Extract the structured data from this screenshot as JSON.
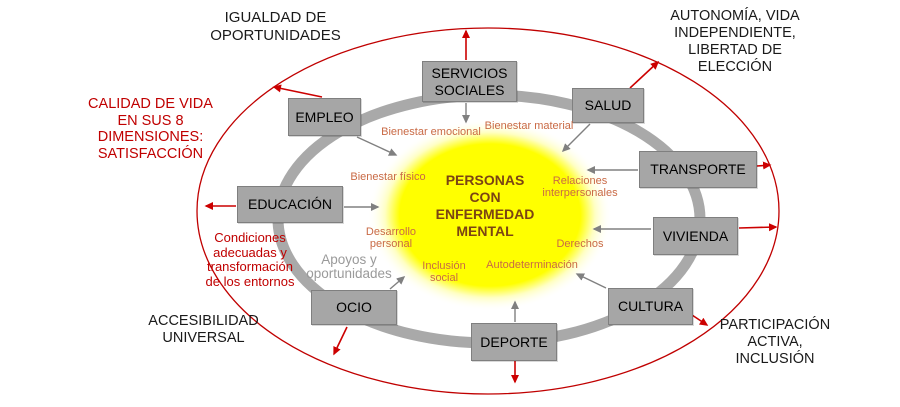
{
  "colors": {
    "boundary_red": "#c00000",
    "arrow_red": "#cc0000",
    "ring_gray": "#a9a9a9",
    "box_gray": "#a6a6a6",
    "arrow_gray": "#808080",
    "center_yellow": "#ffff00",
    "center_glow": "#ffffc2",
    "center_text_brown": "#7b4413",
    "dimension_orange": "#c96a45",
    "outer_text_black": "#1a1a1a"
  },
  "center": {
    "title": "PERSONAS\nCON\nENFERMEDAD\nMENTAL"
  },
  "domains": {
    "empleo": "EMPLEO",
    "servicios_sociales": "SERVICIOS SOCIALES",
    "salud": "SALUD",
    "transporte": "TRANSPORTE",
    "vivienda": "VIVIENDA",
    "cultura": "CULTURA",
    "deporte": "DEPORTE",
    "ocio": "OCIO",
    "educacion": "EDUCACIÓN"
  },
  "dimensions": {
    "bienestar_emocional": "Bienestar emocional",
    "bienestar_material": "Bienestar material",
    "bienestar_fisico": "Bienestar físico",
    "relaciones_interpersonales": "Relaciones\ninterpersonales",
    "desarrollo_personal": "Desarrollo\npersonal",
    "derechos": "Derechos",
    "inclusion_social": "Inclusión\nsocial",
    "autodeterminacion": "Autodeterminación"
  },
  "outer_labels": {
    "igualdad": "IGUALDAD DE\nOPORTUNIDADES",
    "autonomia": "AUTONOMÍA, VIDA\nINDEPENDIENTE,\nLIBERTAD DE\nELECCIÓN",
    "calidad_de_vida": "CALIDAD DE VIDA\nEN SUS 8\nDIMENSIONES:\nSATISFACCIÓN",
    "condiciones": "Condiciones\nadecuadas y\ntransformación\nde los entornos",
    "accesibilidad": "ACCESIBILIDAD\nUNIVERSAL",
    "participacion": "PARTICIPACIÓN\nACTIVA,\nINCLUSIÓN",
    "apoyos": "Apoyos y\noportunidades"
  }
}
